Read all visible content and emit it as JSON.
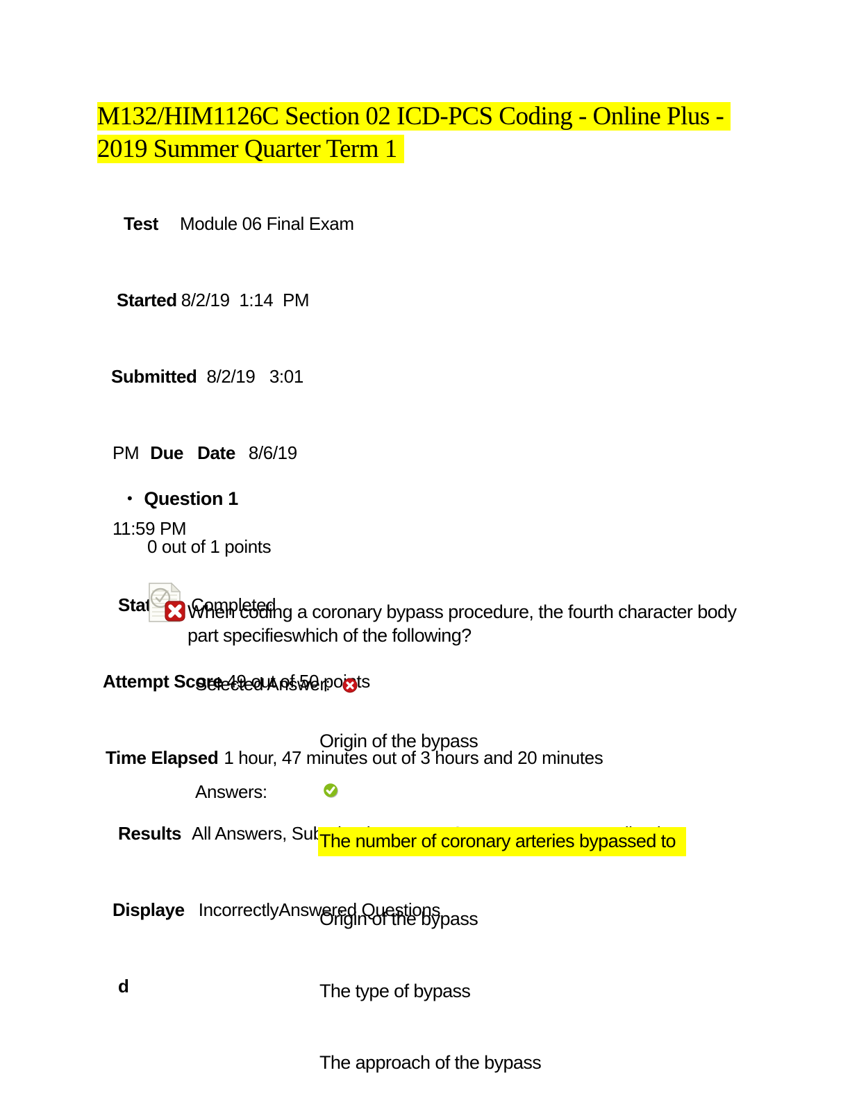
{
  "header": {
    "title_line1": "M132/HIM1126C Section 02 ICD-PCS Coding - Online Plus -",
    "title_line2": "2019 Summer Quarter Term 1"
  },
  "meta": {
    "rows": [
      [
        "Test",
        "Module 06 Final Exam"
      ],
      [
        "Started",
        "8/2/19  1:14  PM"
      ],
      [
        "Submitted",
        "8/2/19   3:01"
      ],
      [
        "PM",
        "Due",
        "Date",
        "8/6/19"
      ],
      [
        "11:59 PM"
      ],
      [
        "Status",
        "Completed"
      ],
      [
        "Attempt Score",
        "49 out of 50 points"
      ],
      [
        "Time Elapsed",
        "1 hour, 47 minutes out of 3 hours and 20 minutes"
      ],
      [
        "Results",
        "All Answers, Submitted Answers, Correct Answers, Feedback,"
      ],
      [
        "Displaye",
        "IncorrectlyAnswered Questions"
      ],
      [
        "d"
      ]
    ]
  },
  "question": {
    "label": "Question 1",
    "score": "0 out of 1 points",
    "text_lines": [
      "When coding a coronary bypass procedure, the fourth character body",
      "part specifieswhich of the following?"
    ],
    "selected_answer_label": "Selected Answer:",
    "selected_answer": "Origin of the bypass",
    "answers_label": "Answers:",
    "answers": [
      {
        "text": "The number of coronary arteries bypassed to",
        "highlighted": true,
        "correct": true
      },
      {
        "text": "Origin of the bypass"
      },
      {
        "text": "The type of bypass"
      },
      {
        "text": "The approach of the bypass"
      }
    ]
  },
  "icons": {
    "question_status": "incorrect-question-icon",
    "selected_marker": "incorrect-x-icon",
    "correct_marker": "correct-check-icon"
  },
  "colors": {
    "highlight_yellow": "#ffff00",
    "incorrect_red": "#c9151a",
    "correct_green": "#86bb1a"
  }
}
